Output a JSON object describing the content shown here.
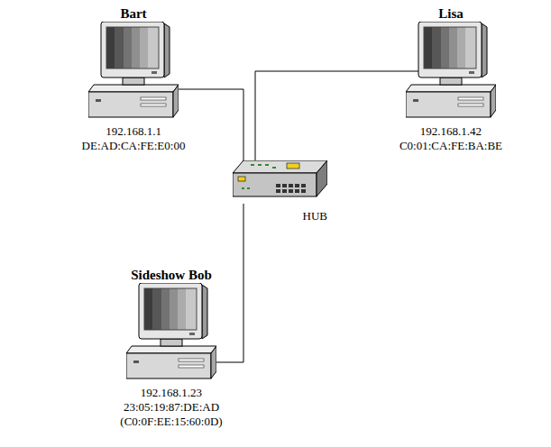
{
  "diagram": {
    "nodes": [
      {
        "text": [
          "Bart",
          "192.168.1.1",
          "DE:AD:CA:FE:E0:00"
        ]
      },
      {
        "text": [
          "Lisa",
          "192.168.1.42",
          "C0:01:CA:FE:BA:BE"
        ]
      },
      {
        "text": [
          "HUB"
        ]
      },
      {
        "text": [
          "Sideshow Bob",
          "192.168.1.23",
          "23:05:19:87:DE:AD",
          "(C0:0F:EE:15:60:0D)"
        ]
      }
    ],
    "edges": [
      {
        "from": 0,
        "to": 2,
        "arrow": "none"
      },
      {
        "from": 1,
        "to": 2,
        "arrow": "none"
      },
      {
        "from": 3,
        "to": 2,
        "arrow": "none"
      }
    ]
  }
}
